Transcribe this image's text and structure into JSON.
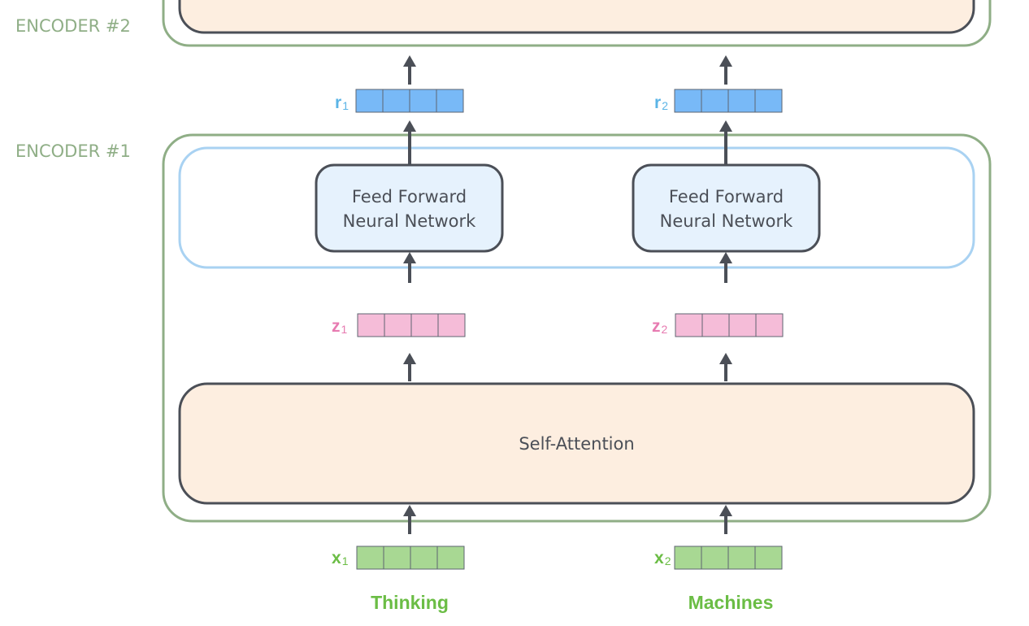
{
  "encoders": [
    {
      "label": "ENCODER #2"
    },
    {
      "label": "ENCODER #1"
    }
  ],
  "self_attention": {
    "label": "Self-Attention"
  },
  "ffnn": [
    {
      "line1": "Feed Forward",
      "line2": "Neural Network"
    },
    {
      "line1": "Feed Forward",
      "line2": "Neural Network"
    }
  ],
  "vectors": {
    "r": [
      {
        "base": "r",
        "sub": "1"
      },
      {
        "base": "r",
        "sub": "2"
      }
    ],
    "z": [
      {
        "base": "z",
        "sub": "1"
      },
      {
        "base": "z",
        "sub": "2"
      }
    ],
    "x": [
      {
        "base": "x",
        "sub": "1"
      },
      {
        "base": "x",
        "sub": "2"
      }
    ]
  },
  "words": [
    "Thinking",
    "Machines"
  ],
  "colors": {
    "encoder_border": "#8fae86",
    "ffnn_group_border": "#a9d2f2",
    "ffnn_fill": "#e6f2fd",
    "self_attention_fill": "#fdeee0",
    "box_border": "#4b4f57",
    "r_vector": "#78b9f7",
    "r_label": "#5bb4e6",
    "z_vector": "#f5bcd8",
    "z_label": "#e77bb1",
    "x_vector": "#a8d893",
    "x_label": "#6bbd45"
  }
}
